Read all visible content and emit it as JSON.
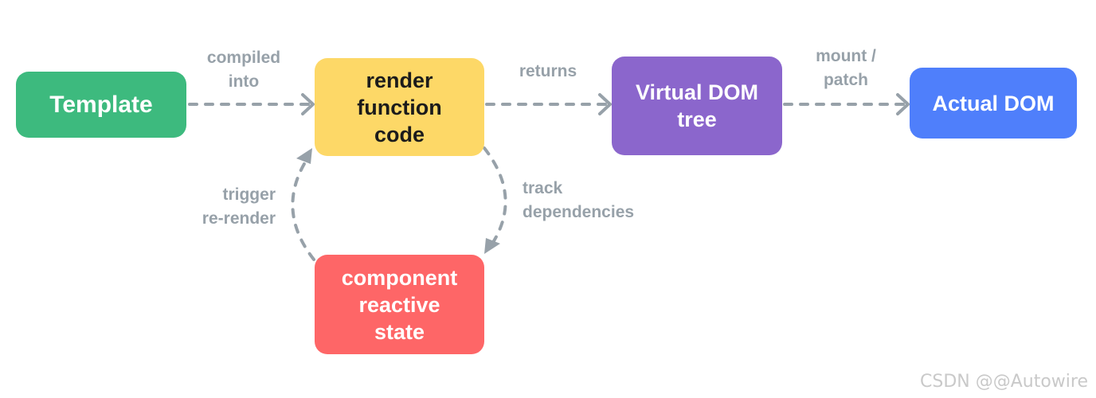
{
  "diagram": {
    "nodes": {
      "template": {
        "label": "Template",
        "color": "#3dba7e",
        "text_color": "#ffffff"
      },
      "render": {
        "label": "render\nfunction\ncode",
        "color": "#fdd867",
        "text_color": "#1b1b1b"
      },
      "vdom": {
        "label": "Virtual DOM\ntree",
        "color": "#8b66cc",
        "text_color": "#ffffff"
      },
      "actual": {
        "label": "Actual DOM",
        "color": "#4f7ffb",
        "text_color": "#ffffff"
      },
      "state": {
        "label": "component\nreactive\nstate",
        "color": "#fe6667",
        "text_color": "#ffffff"
      }
    },
    "edges": {
      "template_to_render": "compiled\ninto",
      "render_to_vdom": "returns",
      "vdom_to_actual": "mount /\npatch",
      "render_to_state": "track\ndependencies",
      "state_to_render": "trigger\nre-render"
    },
    "edge_color": "#97a1a9"
  },
  "watermark": "CSDN @@Autowire"
}
